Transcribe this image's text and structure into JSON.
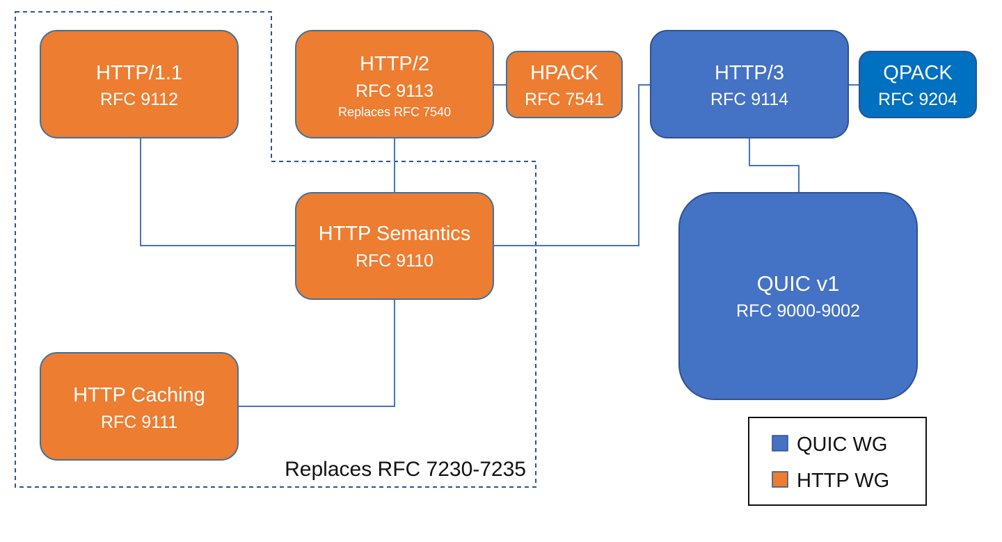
{
  "nodes": {
    "http11": {
      "title": "HTTP/1.1",
      "rfc": "RFC 9112"
    },
    "http2": {
      "title": "HTTP/2",
      "rfc": "RFC 9113",
      "note": "Replaces RFC 7540"
    },
    "hpack": {
      "title": "HPACK",
      "rfc": "RFC 7541"
    },
    "http3": {
      "title": "HTTP/3",
      "rfc": "RFC 9114"
    },
    "qpack": {
      "title": "QPACK",
      "rfc": "RFC 9204"
    },
    "semantics": {
      "title": "HTTP Semantics",
      "rfc": "RFC 9110"
    },
    "caching": {
      "title": "HTTP Caching",
      "rfc": "RFC 9111"
    },
    "quic": {
      "title": "QUIC v1",
      "rfc": "RFC 9000-9002"
    }
  },
  "region": {
    "label": "Replaces RFC 7230-7235"
  },
  "legend": {
    "items": [
      {
        "label": "QUIC WG",
        "color": "#4472C4"
      },
      {
        "label": "HTTP WG",
        "color": "#ED7D31"
      }
    ]
  },
  "colors": {
    "http_wg": "#ED7D31",
    "quic_wg": "#4472C4",
    "qpack": "#0070C0",
    "connector": "#4472C4"
  }
}
